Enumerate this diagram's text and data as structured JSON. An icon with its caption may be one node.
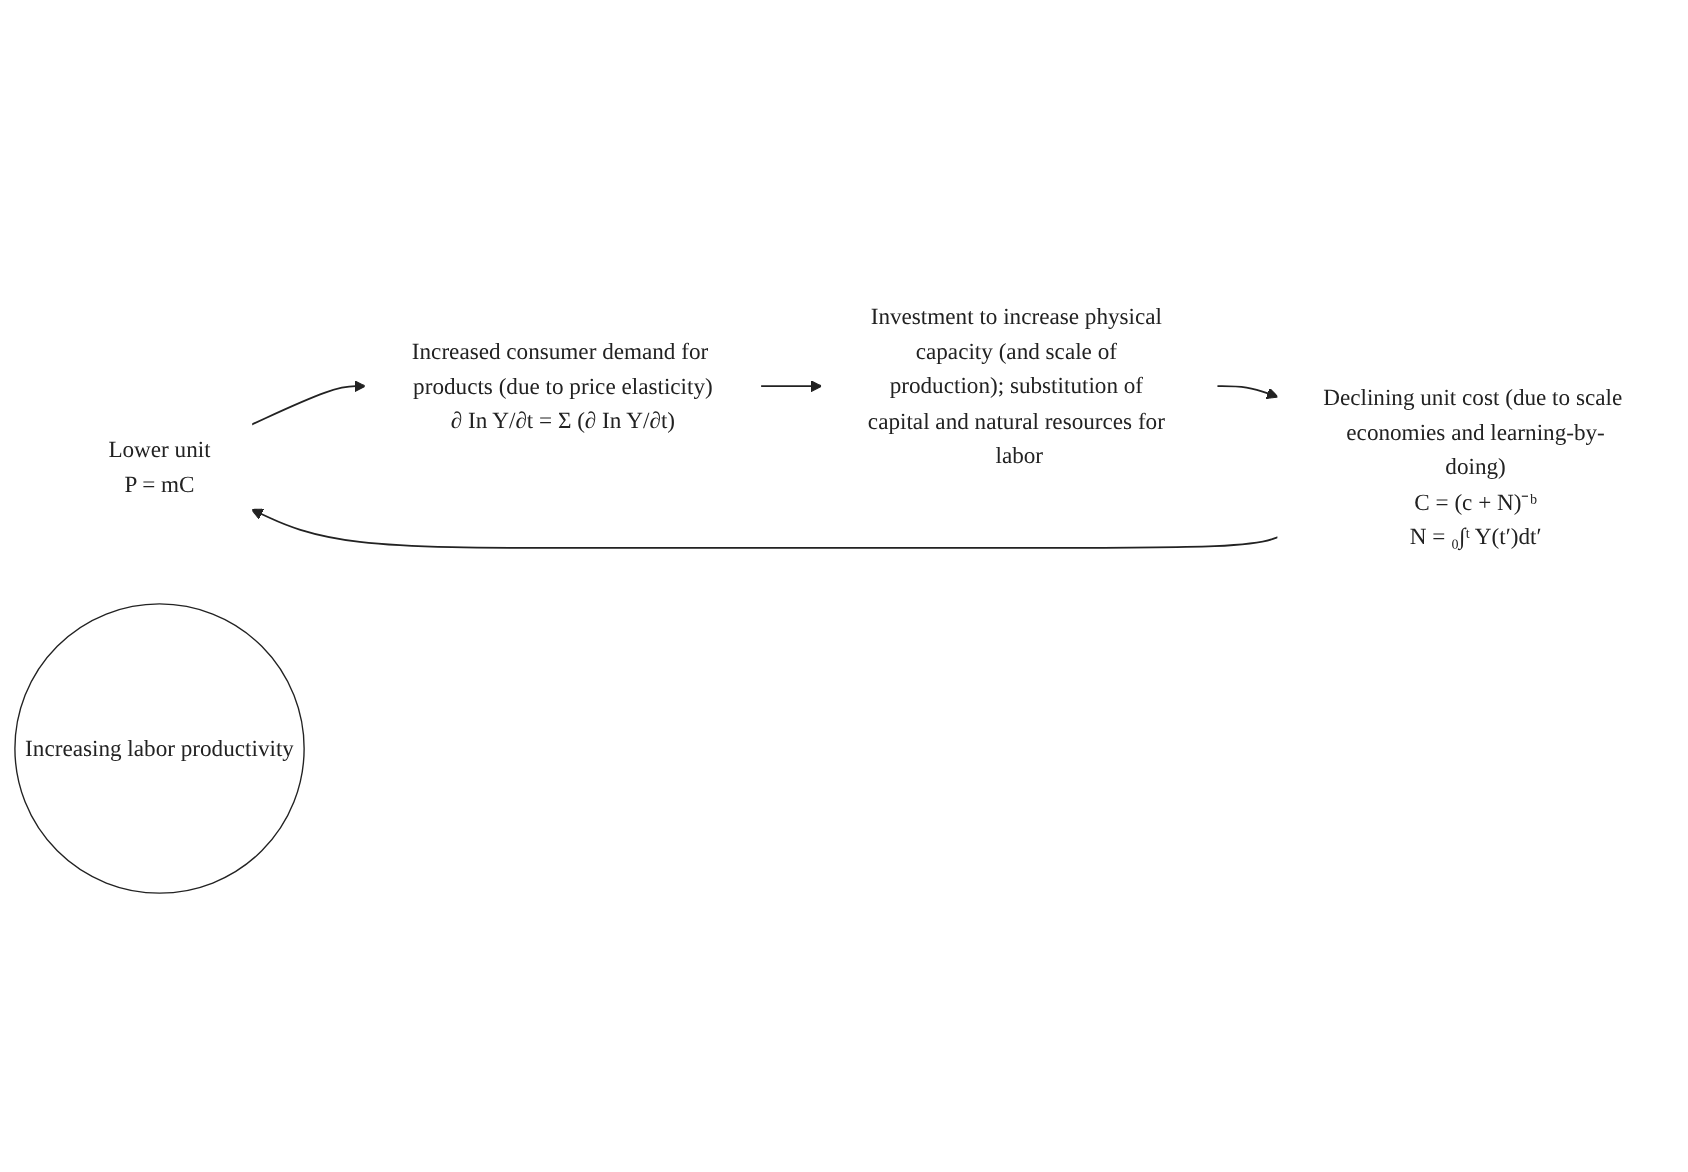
{
  "diagram": {
    "nodes": [
      {
        "text": [
          "Lower unit",
          "P = mC"
        ]
      },
      {
        "text": [
          "Increased consumer demand for products (due to price elasticity)",
          "∂ In Y/∂t = Σ (∂ In Y/∂t)"
        ]
      },
      {
        "text": [
          "Investment to increase physical capacity (and scale of production); substitution of capital and natural resources for labor"
        ]
      },
      {
        "text": [
          "Declining unit cost (due to scale economies and learning-by-doing)",
          "C = (c + N)⁻ᵇ",
          "N = ₀∫ᵗ Y(t′)dt′"
        ]
      },
      {
        "text": [
          "Increasing labor productivity"
        ]
      }
    ],
    "edges": [
      {
        "from": 0,
        "to": 1,
        "arrow": "to"
      },
      {
        "from": 1,
        "to": 2,
        "arrow": "to"
      },
      {
        "from": 2,
        "to": 3,
        "arrow": "to"
      },
      {
        "from": 3,
        "to": 0,
        "arrow": "to"
      }
    ]
  }
}
